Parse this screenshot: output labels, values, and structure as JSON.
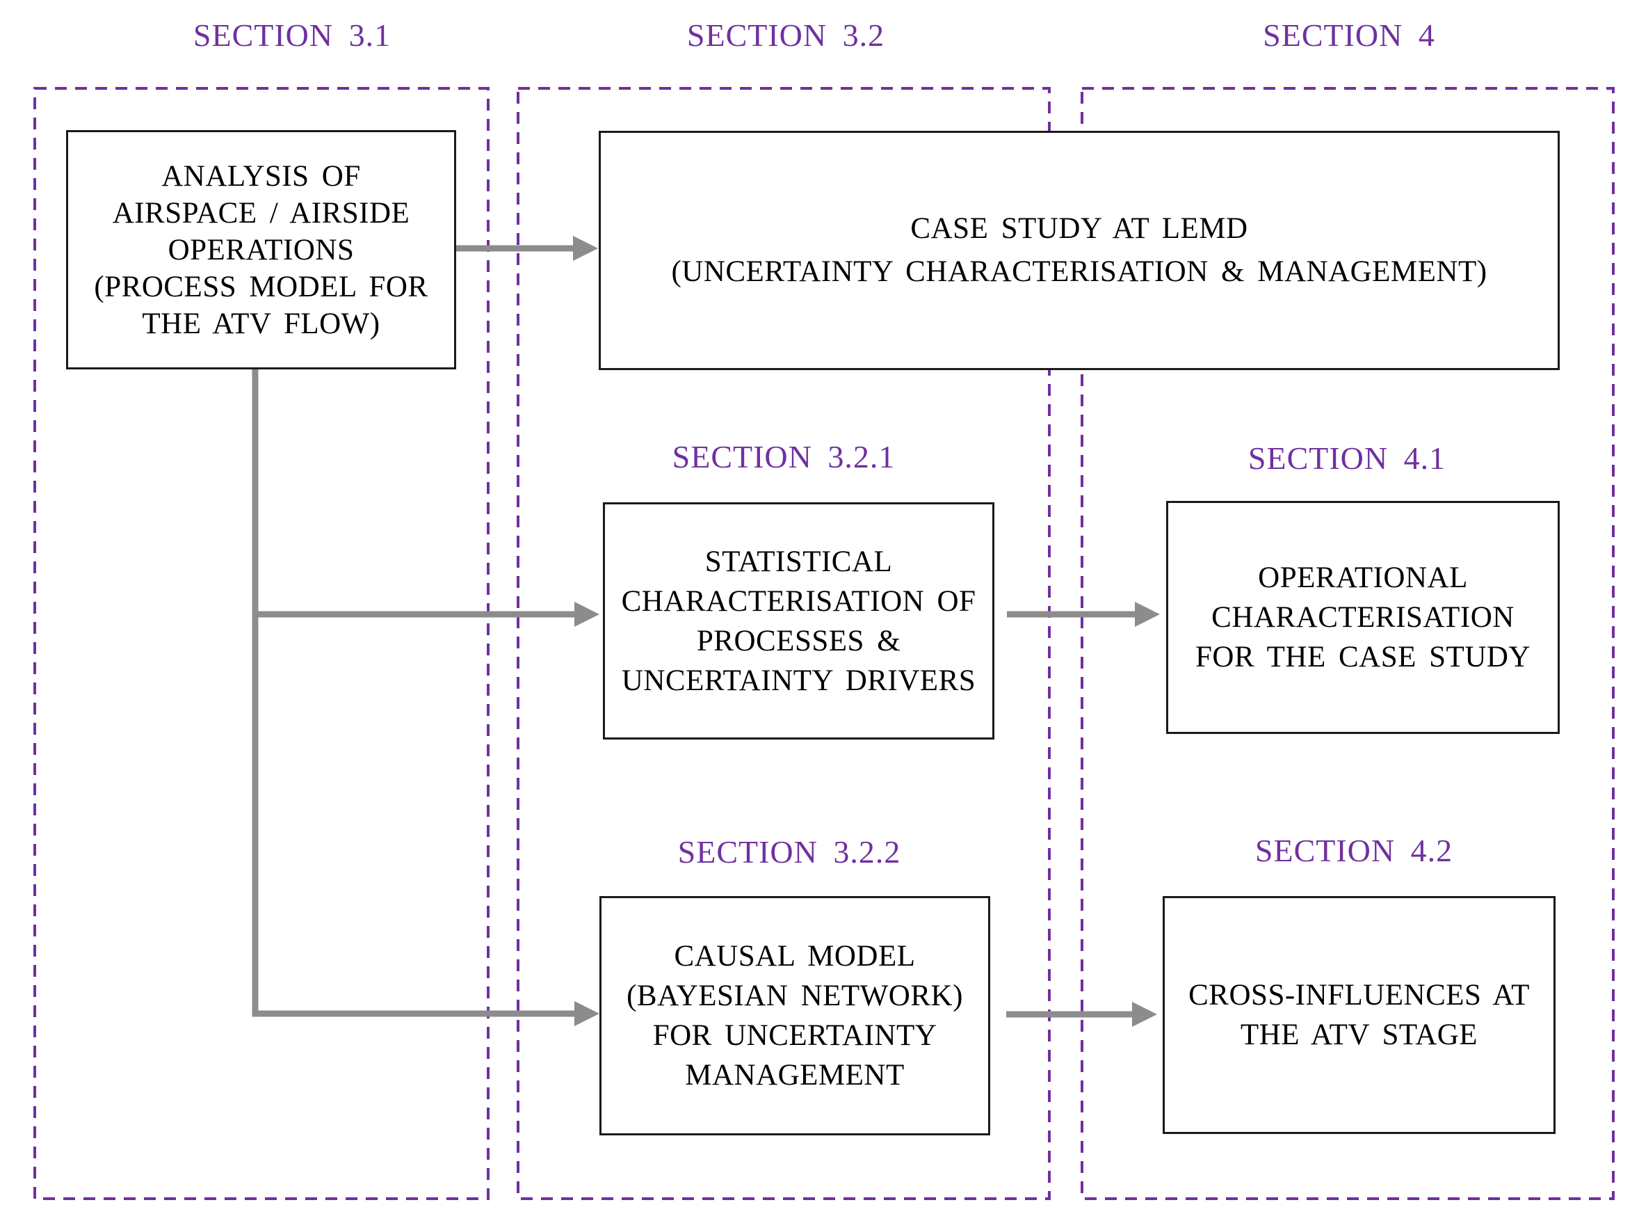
{
  "diagram_title": "Thesis structure flowchart",
  "colors": {
    "section_purple": "#7030A0",
    "connector_gray": "#8C8C8C",
    "box_border_black": "#1A1A1A",
    "text_black": "#000000",
    "background": "#FFFFFF"
  },
  "section_headers": [
    {
      "id": "3.1",
      "label": "SECTION 3.1"
    },
    {
      "id": "3.2",
      "label": "SECTION 3.2"
    },
    {
      "id": "4",
      "label": "SECTION 4"
    }
  ],
  "sub_section_headers": [
    {
      "id": "3.2.1",
      "label": "SECTION 3.2.1"
    },
    {
      "id": "4.1",
      "label": "SECTION 4.1"
    },
    {
      "id": "3.2.2",
      "label": "SECTION 3.2.2"
    },
    {
      "id": "4.2",
      "label": "SECTION 4.2"
    }
  ],
  "boxes": {
    "analysis": {
      "lines": [
        "ANALYSIS OF",
        "AIRSPACE / AIRSIDE",
        "OPERATIONS",
        "(PROCESS MODEL FOR",
        "THE ATV FLOW)"
      ]
    },
    "case_study": {
      "lines": [
        "CASE STUDY AT LEMD",
        "(UNCERTAINTY CHARACTERISATION & MANAGEMENT)"
      ]
    },
    "statistical": {
      "lines": [
        "STATISTICAL",
        "CHARACTERISATION OF",
        "PROCESSES &",
        "UNCERTAINTY DRIVERS"
      ]
    },
    "operational": {
      "lines": [
        "OPERATIONAL",
        "CHARACTERISATION",
        "FOR THE CASE STUDY"
      ]
    },
    "causal": {
      "lines": [
        "CAUSAL MODEL",
        "(BAYESIAN NETWORK)",
        "FOR UNCERTAINTY",
        "MANAGEMENT"
      ]
    },
    "cross_influences": {
      "lines": [
        "CROSS-INFLUENCES AT",
        "THE ATV STAGE"
      ]
    }
  }
}
